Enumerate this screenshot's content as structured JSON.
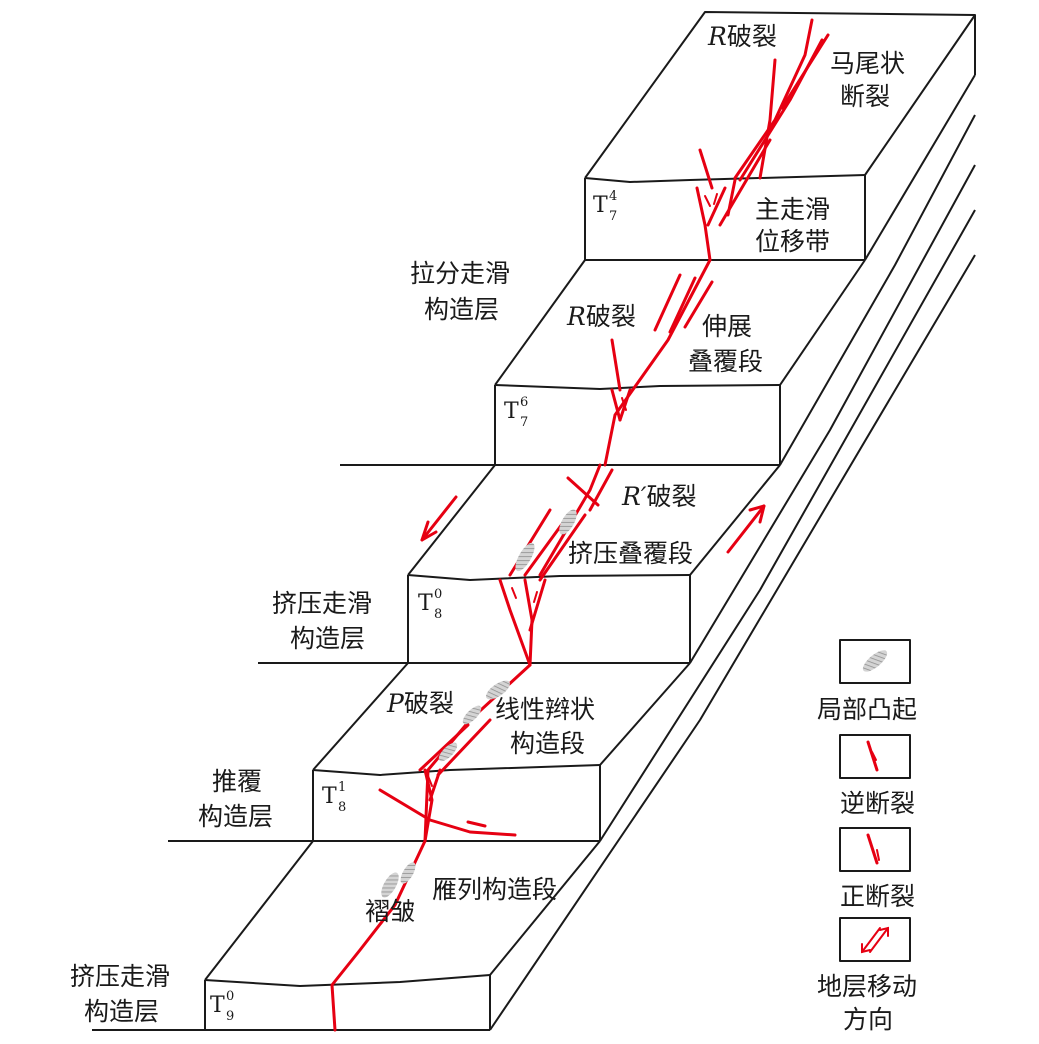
{
  "labels": {
    "r_fracture_top": "破裂",
    "r_prefix": "R",
    "horsetail_l1": "马尾状",
    "horsetail_l2": "断裂",
    "main_zone_l1": "主走滑",
    "main_zone_l2": "位移带",
    "pull_apart_l1": "拉分走滑",
    "pull_apart_l2": "构造层",
    "r_fracture_mid": "破裂",
    "extension_l1": "伸展",
    "extension_l2": "叠覆段",
    "r_prime_prefix": "R′",
    "r_prime_fracture": "破裂",
    "compression_overlap": "挤压叠覆段",
    "compress_layer_a_l1": "挤压走滑",
    "compress_layer_a_l2": "构造层",
    "p_prefix": "P",
    "p_fracture": "破裂",
    "braided_l1": "线性辫状",
    "braided_l2": "构造段",
    "thrust_l1": "推覆",
    "thrust_l2": "构造层",
    "fold": "褶皱",
    "en_echelon": "雁列构造段",
    "compress_layer_b_l1": "挤压走滑",
    "compress_layer_b_l2": "构造层"
  },
  "horizons": [
    {
      "name": "T",
      "sup": "4",
      "sub": "7"
    },
    {
      "name": "T",
      "sup": "6",
      "sub": "7"
    },
    {
      "name": "T",
      "sup": "0",
      "sub": "8"
    },
    {
      "name": "T",
      "sup": "1",
      "sub": "8"
    },
    {
      "name": "T",
      "sup": "0",
      "sub": "9"
    }
  ],
  "legend": [
    {
      "label": "局部凸起",
      "icon": "local-uplift-icon"
    },
    {
      "label": "逆断裂",
      "icon": "reverse-fault-icon"
    },
    {
      "label": "正断裂",
      "icon": "normal-fault-icon"
    },
    {
      "label": "地层移动方向",
      "label_l1": "地层移动",
      "label_l2": "方向",
      "icon": "strata-movement-icon"
    }
  ],
  "colors": {
    "fault": "#e60012",
    "line": "#1a1a1a",
    "uplift": "#b4b4b4"
  }
}
